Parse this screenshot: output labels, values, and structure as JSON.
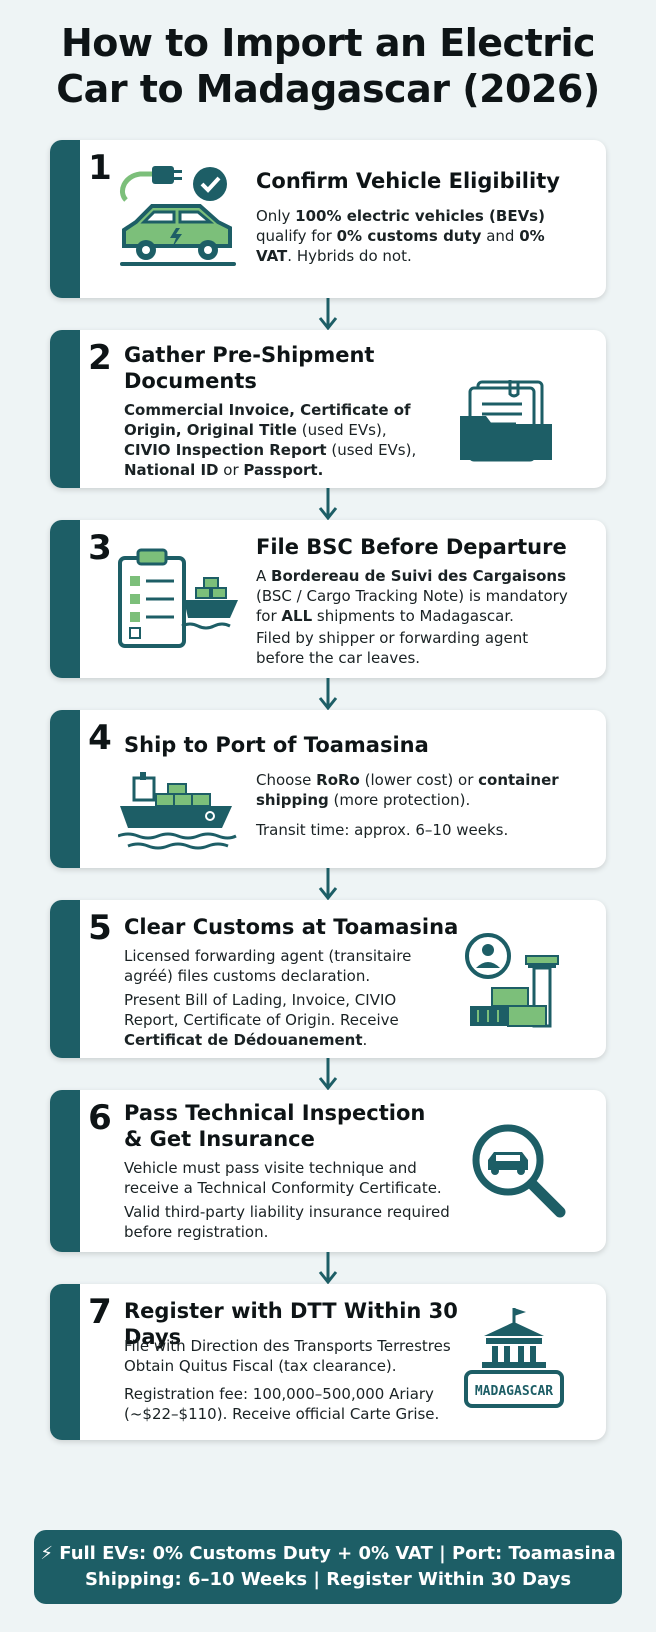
{
  "title": {
    "line1": "How to Import an Electric",
    "line2": "Car to Madagascar (2026)"
  },
  "steps": [
    {
      "number": "1",
      "heading": "Confirm Vehicle Eligibility",
      "body": [
        {
          "t": "Only "
        },
        {
          "t": "100% electric vehicles (BEVs)",
          "b": true
        },
        {
          "t": " qualify for "
        },
        {
          "t": "0% customs duty",
          "b": true
        },
        {
          "t": " and "
        },
        {
          "t": "0% VAT",
          "b": true
        },
        {
          "t": ". Hybrids do not."
        }
      ],
      "body2": []
    },
    {
      "number": "2",
      "heading": "Gather Pre-Shipment Documents",
      "body": [
        {
          "t": "Commercial Invoice, Certificate of Origin, Original Title",
          "b": true
        },
        {
          "t": " (used EVs), "
        },
        {
          "t": "CIVIO Inspection Report",
          "b": true
        },
        {
          "t": " (used EVs), "
        },
        {
          "t": "National ID",
          "b": true
        },
        {
          "t": " or "
        },
        {
          "t": "Passport.",
          "b": true
        }
      ],
      "body2": []
    },
    {
      "number": "3",
      "heading": "File BSC Before Departure",
      "body": [
        {
          "t": "A "
        },
        {
          "t": "Bordereau de Suivi des Cargaisons",
          "b": true
        },
        {
          "t": " (BSC / Cargo Tracking Note) is mandatory for "
        },
        {
          "t": "ALL",
          "b": true
        },
        {
          "t": " shipments to Madagascar."
        }
      ],
      "body2": [
        {
          "t": "Filed by shipper or forwarding agent before the car leaves."
        }
      ]
    },
    {
      "number": "4",
      "heading": "Ship to Port of Toamasina",
      "body": [
        {
          "t": "Choose "
        },
        {
          "t": "RoRo",
          "b": true
        },
        {
          "t": " (lower cost) or "
        },
        {
          "t": "container shipping",
          "b": true
        },
        {
          "t": " (more protection)."
        }
      ],
      "body2": [
        {
          "t": "Transit time: approx. 6–10 weeks."
        }
      ]
    },
    {
      "number": "5",
      "heading": "Clear Customs at Toamasina",
      "body": [
        {
          "t": "Licensed forwarding agent (transitaire agréé) files customs declaration."
        }
      ],
      "body2": [
        {
          "t": "Present Bill of Lading, Invoice, CIVIO Report, Certificate of Origin. Receive "
        },
        {
          "t": "Certificat de Dédouanement",
          "b": true
        },
        {
          "t": "."
        }
      ]
    },
    {
      "number": "6",
      "heading": "Pass Technical Inspection & Get Insurance",
      "body": [
        {
          "t": "Vehicle must pass visite technique and receive a Technical Conformity Certificate."
        }
      ],
      "body2": [
        {
          "t": "Valid third-party liability insurance required before registration."
        }
      ]
    },
    {
      "number": "7",
      "heading": "Register with DTT Within 30 Days",
      "body": [
        {
          "t": "File with Direction des Transports Terrestres Obtain Quitus Fiscal (tax clearance)."
        }
      ],
      "body2": [
        {
          "t": "Registration fee: 100,000–500,000 Ariary (~$22–$110). Receive official Carte Grise."
        }
      ]
    }
  ],
  "icons": {
    "step1": "ev-car-plug-check-icon",
    "step2": "document-folder-icon",
    "step3": "clipboard-ship-icon",
    "step4": "cargo-ship-icon",
    "step5": "customs-port-icon",
    "step6": "inspection-magnifier-icon",
    "step7": "registry-plate-icon"
  },
  "plate_text": "MADAGASCAR",
  "footer": {
    "line1": "⚡ Full EVs: 0% Customs Duty + 0% VAT | Port: Toamasina",
    "line2": "Shipping: 6–10 Weeks | Register Within 30 Days"
  },
  "colors": {
    "accent": "#1d5e66",
    "green": "#7cbf7a",
    "background": "#eef4f5"
  }
}
